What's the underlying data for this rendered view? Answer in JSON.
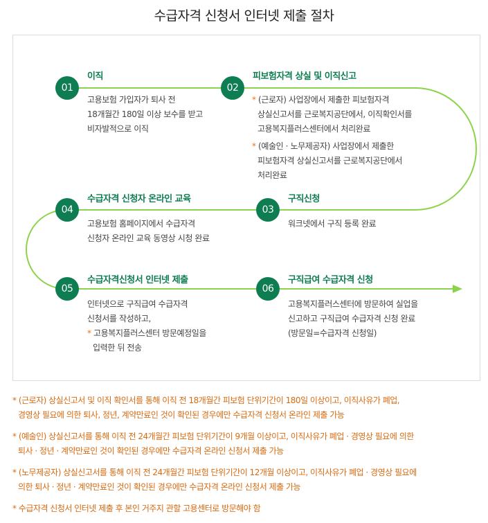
{
  "title": "수급자격 신청서 인터넷 제출 절차",
  "steps": [
    {
      "number": "01",
      "title": "이직",
      "lines": [
        "고용보험 가입자가 퇴사 전",
        "18개월간 180일 이상 보수를 받고",
        "비자발적으로 이직"
      ]
    },
    {
      "number": "02",
      "title": "피보험자격 상실 및 이직신고",
      "items": [
        {
          "marker": "*",
          "lines": [
            "(근로자) 사업장에서 제출한 피보험자격",
            "상실신고서를 근로복지공단에서, 이직확인서를",
            "고용복지플러스센터에서 처리완료"
          ]
        },
        {
          "marker": "*",
          "lines": [
            "(예술인 · 노무제공자) 사업장에서 제출한",
            "피보험자격 상실신고서를 근로복지공단에서",
            "처리완료"
          ]
        }
      ]
    },
    {
      "number": "03",
      "title": "구직신청",
      "lines": [
        "워크넷에서 구직 등록 완료"
      ]
    },
    {
      "number": "04",
      "title": "수급자격 신청자 온라인 교육",
      "lines": [
        "고용보험 홈페이지에서 수급자격",
        "신청자 온라인 교육 동영상 시청 완료"
      ]
    },
    {
      "number": "05",
      "title": "수급자격신청서 인터넷 제출",
      "lines": [
        "인터넷으로 구직급여 수급자격",
        "신청서를 작성하고,"
      ],
      "item": {
        "marker": "*",
        "lines": [
          "고용복지플러스센터 방문예정일을",
          "입력한 뒤 전송"
        ]
      }
    },
    {
      "number": "06",
      "title": "구직급여 수급자격 신청",
      "lines": [
        "고용복지플러스센터에 방문하여 실업을",
        "신고하고 구직급여 수급자격 신청 완료",
        "(방문일=수급자격 신청일)"
      ]
    }
  ],
  "notes": [
    {
      "marker": "*",
      "lines": [
        "(근로자) 상실신고서 및 이직 확인서를 통해 이직 전 18개월간 피보험 단위기간이 180일 이상이고, 이직사유가 폐업,",
        "경영상 필요에 의한 퇴사, 정년, 계약만료인 것이 확인된 경우에만 수급자격 신청서 온라인 제출 가능"
      ]
    },
    {
      "marker": "*",
      "lines": [
        "(예술인) 상실신고서를 통해 이직 전 24개월간 피보험 단위기간이 9개월 이상이고, 이직사유가 폐업 · 경영상 필요에 의한",
        "퇴사 · 정년 · 계약만료인 것이 확인된 경우에만 수급자격 온라인 신청서 제출 가능"
      ]
    },
    {
      "marker": "*",
      "lines": [
        "(노무제공자) 상실신고서를 통해 이직 전 24개월간 피보험 단위기간이 12개월 이상이고, 이직사유가 폐업 · 경영상 필요에",
        "의한 퇴사 · 정년 · 계약만료인 것이 확인된 경우에만 수급자격 온라인 신청서 제출 가능"
      ]
    },
    {
      "marker": "*",
      "lines": [
        "수급자격 신청서 인터넷 제출 후 본인 거주지 관할 고용센터로 방문해야 함"
      ]
    }
  ],
  "colors": {
    "accent": "#0f7d52",
    "path": "#8bd44a",
    "note": "#d86a10"
  }
}
